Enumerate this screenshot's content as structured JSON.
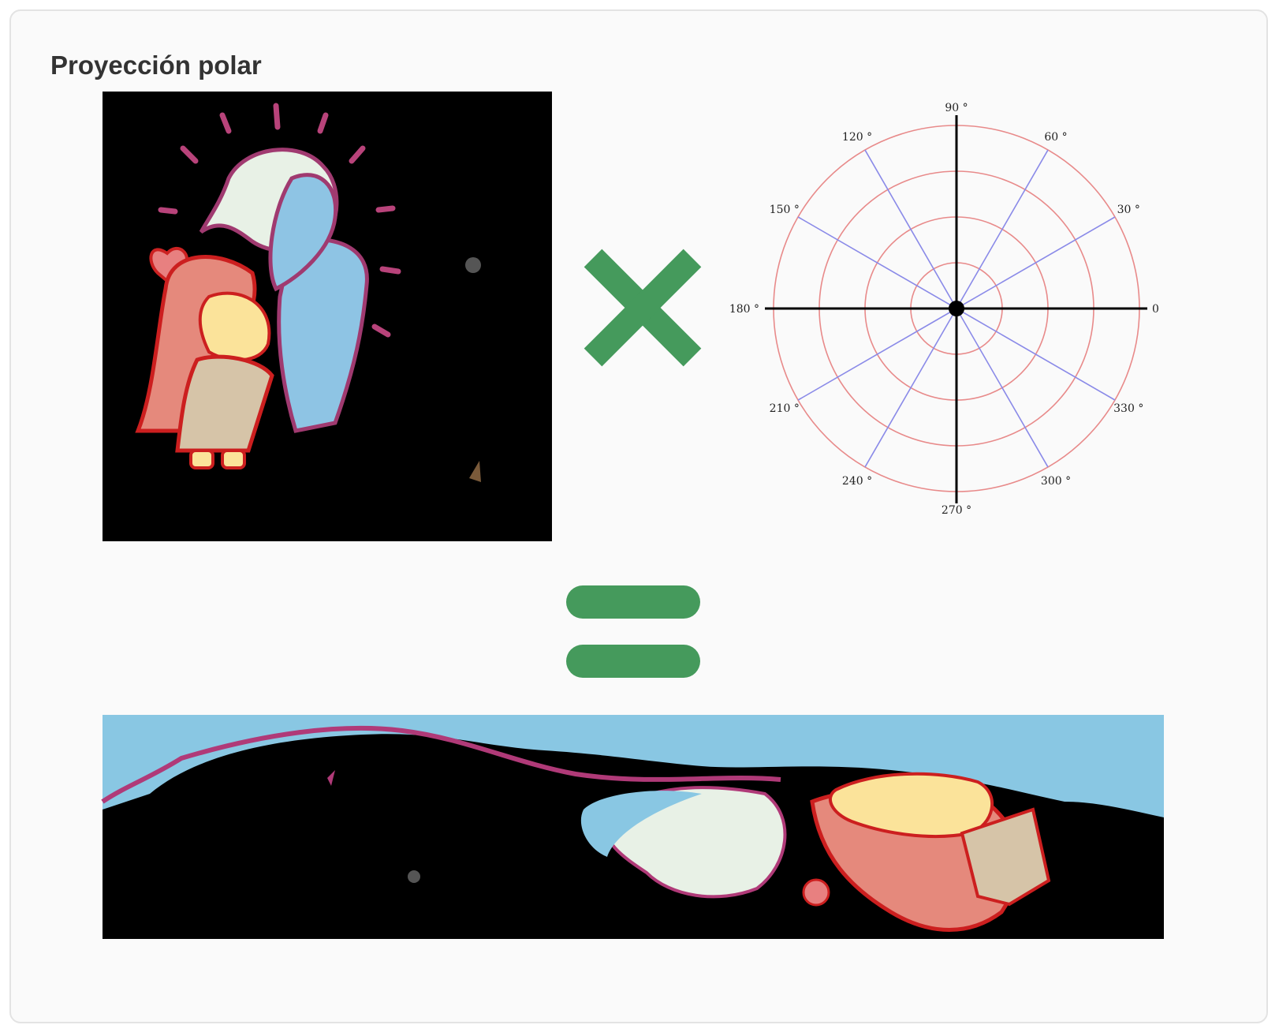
{
  "card": {
    "title": "Proyección polar"
  },
  "polar": {
    "angle_labels": [
      "0",
      "30 °",
      "60 °",
      "90 °",
      "120 °",
      "150 °",
      "180 °",
      "210 °",
      "240 °",
      "270 °",
      "300 °",
      "330 °"
    ]
  },
  "icons": {
    "multiply": "times-icon",
    "equals": "equals-icon"
  },
  "colors": {
    "operator_green": "#459a5c",
    "ring_red": "#e88a8a",
    "spoke_blue": "#8a8ae8",
    "axis_black": "#000000",
    "result_sky": "#89c7e3"
  }
}
